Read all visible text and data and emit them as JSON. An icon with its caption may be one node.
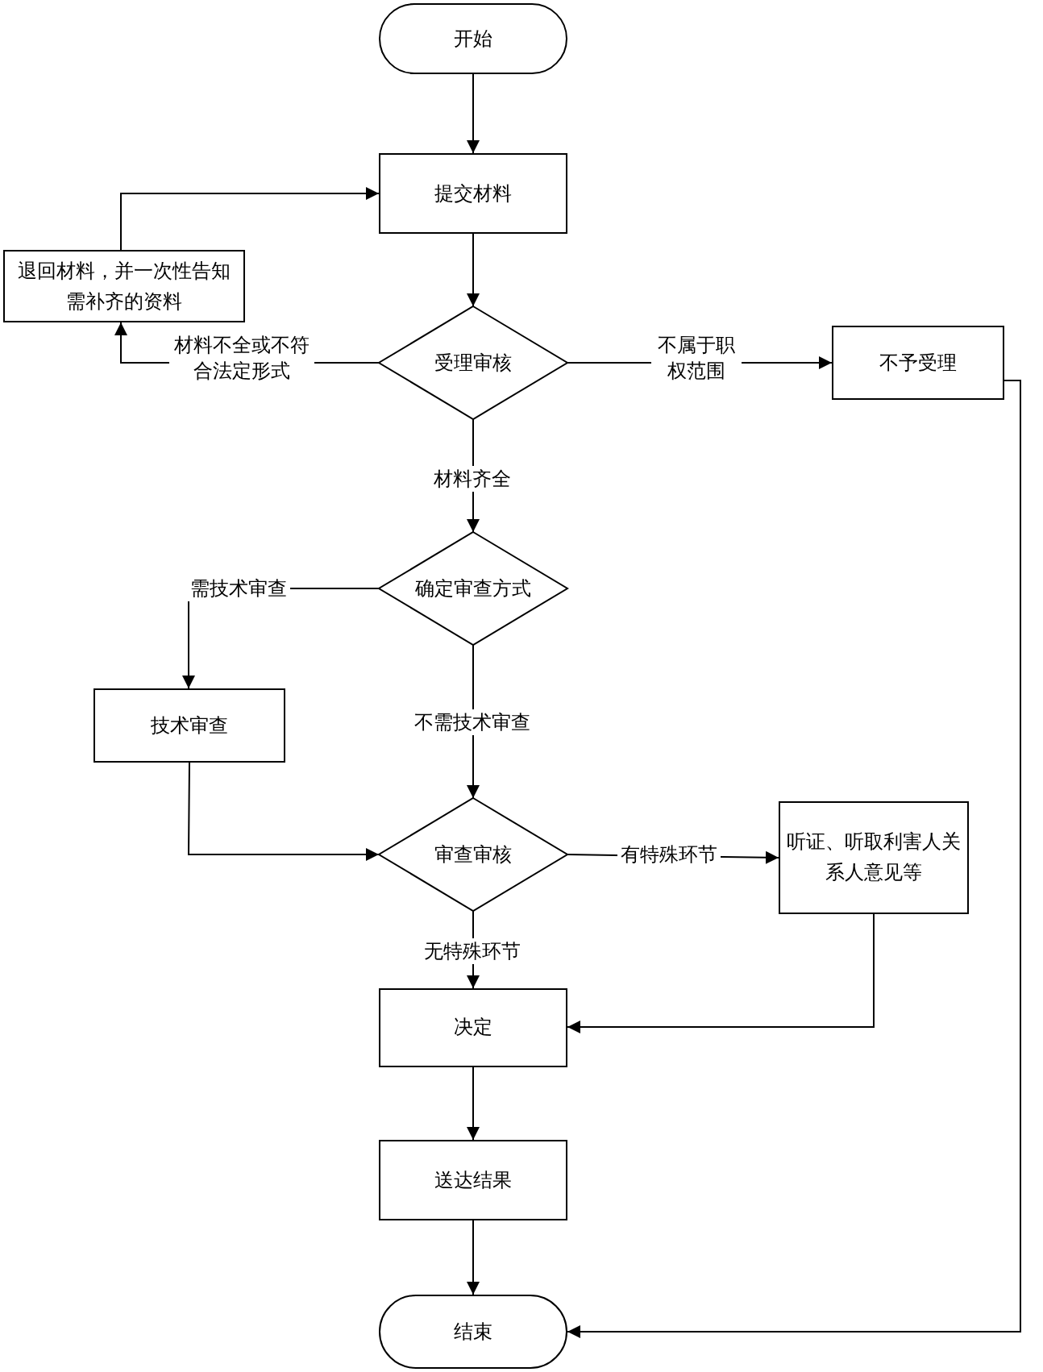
{
  "diagram": {
    "nodes": [
      {
        "text": [
          "开始"
        ]
      },
      {
        "text": [
          "提交材料"
        ]
      },
      {
        "text": [
          "退回材料，并一次性告知需补齐的资料"
        ]
      },
      {
        "text": [
          "受理审核"
        ]
      },
      {
        "text": [
          "不予受理"
        ]
      },
      {
        "text": [
          "确定审查方式"
        ]
      },
      {
        "text": [
          "技术审查"
        ]
      },
      {
        "text": [
          "审查审核"
        ]
      },
      {
        "text": [
          "听证、听取利害人关系人意见等"
        ]
      },
      {
        "text": [
          "决定"
        ]
      },
      {
        "text": [
          "送达结果"
        ]
      },
      {
        "text": [
          "结束"
        ]
      }
    ],
    "edges": [
      {
        "from": 0,
        "to": 1,
        "arrow": "to"
      },
      {
        "from": 1,
        "to": 3,
        "arrow": "to"
      },
      {
        "from": 3,
        "to": 2,
        "arrow": "to",
        "label": "材料不全或不符合法定形式"
      },
      {
        "from": 2,
        "to": 1,
        "arrow": "to"
      },
      {
        "from": 3,
        "to": 4,
        "arrow": "to",
        "label": "不属于职权范围"
      },
      {
        "from": 3,
        "to": 5,
        "arrow": "to",
        "label": "材料齐全"
      },
      {
        "from": 5,
        "to": 6,
        "arrow": "to",
        "label": "需技术审查"
      },
      {
        "from": 5,
        "to": 7,
        "arrow": "to",
        "label": "不需技术审查"
      },
      {
        "from": 6,
        "to": 7,
        "arrow": "to"
      },
      {
        "from": 7,
        "to": 8,
        "arrow": "to",
        "label": "有特殊环节"
      },
      {
        "from": 7,
        "to": 9,
        "arrow": "to",
        "label": "无特殊环节"
      },
      {
        "from": 8,
        "to": 9,
        "arrow": "to"
      },
      {
        "from": 9,
        "to": 10,
        "arrow": "to"
      },
      {
        "from": 10,
        "to": 11,
        "arrow": "to"
      },
      {
        "from": 4,
        "to": 11,
        "arrow": "to"
      }
    ]
  }
}
